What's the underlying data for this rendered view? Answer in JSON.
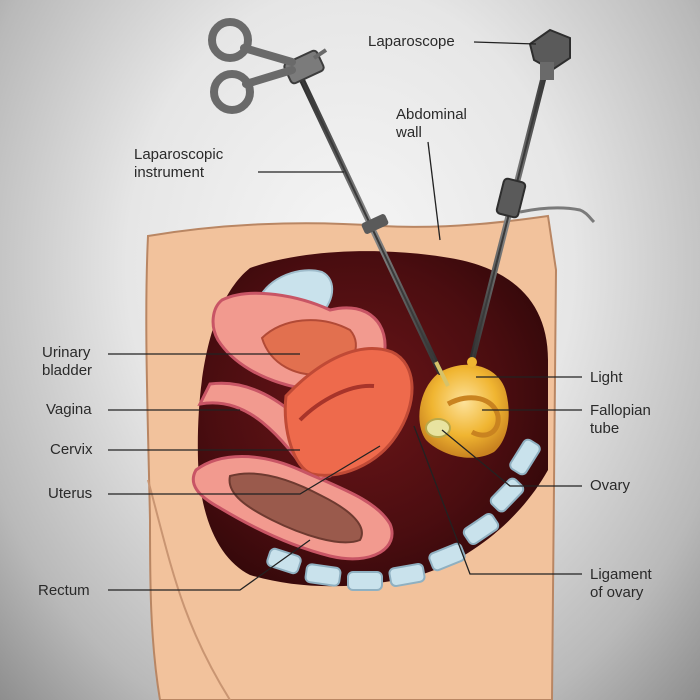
{
  "labels": {
    "laparoscope": "Laparoscope",
    "abdominal_wall": "Abdominal\nwall",
    "laparoscopic_instrument": "Laparoscopic\ninstrument",
    "urinary_bladder": "Urinary\nbladder",
    "vagina": "Vagina",
    "cervix": "Cervix",
    "uterus": "Uterus",
    "rectum": "Rectum",
    "light": "Light",
    "fallopian_tube": "Fallopian\ntube",
    "ovary": "Ovary",
    "ligament_of_ovary": "Ligament\nof ovary"
  },
  "colors": {
    "skin": "#f2c29c",
    "cavity_dark": "#4a0d10",
    "bladder": "#e2704f",
    "uterus": "#ee6a4c",
    "rectum": "#9a5a4c",
    "bone": "#c9e2ec",
    "light_glow": "#f0b531",
    "instrument": "#4a4a4a",
    "leader_line": "#222222"
  }
}
